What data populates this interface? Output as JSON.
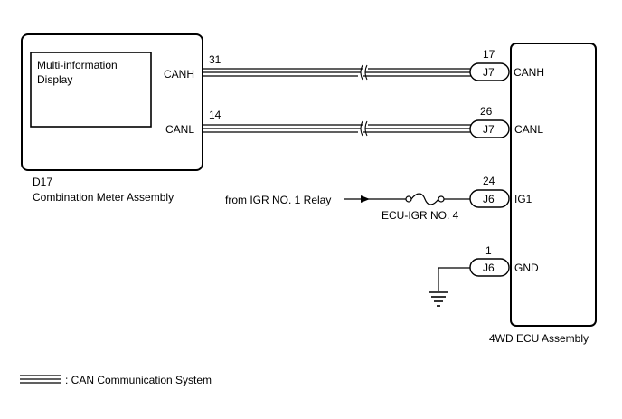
{
  "meter": {
    "display_label_1": "Multi-information",
    "display_label_2": "Display",
    "canh": "CANH",
    "canl": "CANL",
    "pin_canh": "31",
    "pin_canl": "14",
    "connector": "D17",
    "name": "Combination Meter Assembly"
  },
  "ecu": {
    "name": "4WD ECU Assembly",
    "pins": [
      {
        "num": "17",
        "connector": "J7",
        "signal": "CANH"
      },
      {
        "num": "26",
        "connector": "J7",
        "signal": "CANL"
      },
      {
        "num": "24",
        "connector": "J6",
        "signal": "IG1"
      },
      {
        "num": "1",
        "connector": "J6",
        "signal": "GND"
      }
    ]
  },
  "power": {
    "source": "from IGR NO. 1 Relay",
    "fuse": "ECU-IGR NO. 4"
  },
  "legend": {
    "text": ": CAN Communication System"
  }
}
